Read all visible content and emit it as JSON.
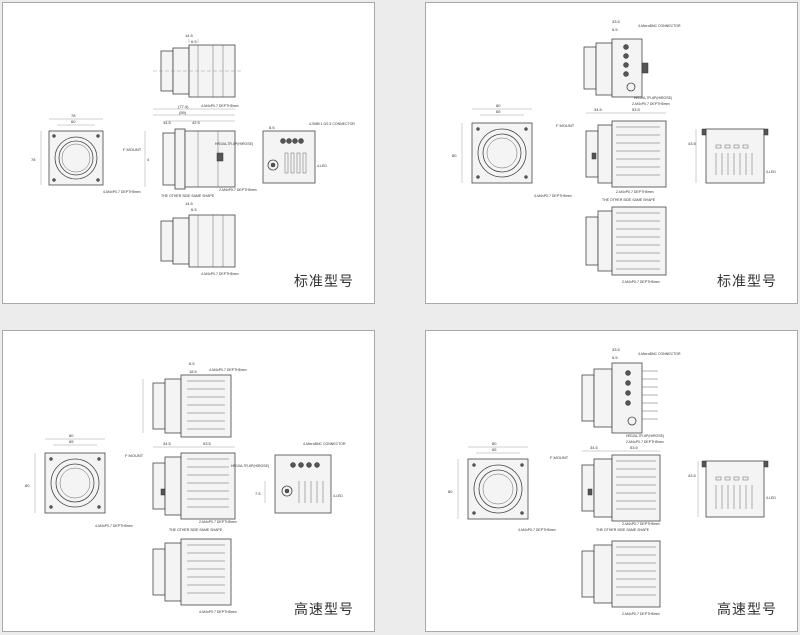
{
  "panels": [
    {
      "title": "标准型号",
      "labels": {
        "front_width": "78",
        "front_inner": "60",
        "front_height": "78",
        "front_screw": "4-M4xP0.7 DEPTH5mm",
        "top_d1": "14.5",
        "top_d2": "6.5",
        "top_screw": "4-M4xP0.7 DEPTH5mm",
        "side_d1": "(77.4)",
        "side_d2": "(59)",
        "side_d3": "34.5",
        "side_d4": "42.5",
        "side_d5": "4",
        "side_mount": "F MOUNT",
        "side_hirose": "HR10A-7R-6P(HIROSE)",
        "side_screw": "2-M4xP0.7 DEPTH5mm",
        "side_note": "THE OTHER SIDE   SAME SHAPE",
        "rear_d1": "8.5",
        "rear_d2": "3.5",
        "rear_conn": "4-SMB 1.0/2.3 CONNECTOR",
        "rear_led": "4-LED",
        "bottom_d1": "14.5",
        "bottom_d2": "6.5",
        "bottom_screw": "4-M4xP0.7 DEPTH5mm"
      }
    },
    {
      "title": "标准型号",
      "labels": {
        "top_d1": "33.5",
        "top_d2": "6.5",
        "top_conn": "4-MicroBNC CONNECTOR",
        "top_hirose": "HR10A-7R-6P(HIROSE)",
        "top_screw": "2-M4xP0.7 DEPTH5mm",
        "front_width": "80",
        "front_inner": "65",
        "front_height": "80",
        "front_screw": "4-M4xP0.7 DEPTH5mm",
        "side_d1": "34.5",
        "side_d2": "53.5",
        "side_mount": "F MOUNT",
        "side_screw": "2-M4xP0.7 DEPTH5mm",
        "side_note": "THE OTHER SIDE   SAME SHAPE",
        "rear_d1": "43.5",
        "rear_led": "4-LED",
        "bottom_screw": "2-M4xP0.7 DEPTH5mm"
      }
    },
    {
      "title": "高速型号",
      "labels": {
        "top_d1": "6.5",
        "top_d2": "18.5",
        "top_screw": "4-M4xP0.7 DEPTH5mm",
        "front_width": "80",
        "front_inner": "65",
        "front_height": "80",
        "front_screw": "4-M4xP0.7 DEPTH5mm",
        "side_d1": "34.5",
        "side_d2": "53.5",
        "side_mount": "F MOUNT",
        "side_hirose": "HR10A-7R-6P(HIROSE)",
        "side_screw": "2-M4xP0.7 DEPTH5mm",
        "side_note": "THE OTHER SIDE   SAME SHAPE",
        "rear_conn": "4-MicroBNC CONNECTOR",
        "rear_led": "4-LED",
        "rear_d1": "7.5",
        "bottom_screw": "4-M4xP0.7 DEPTH5mm"
      }
    },
    {
      "title": "高速型号",
      "labels": {
        "top_d1": "33.5",
        "top_d2": "6.5",
        "top_conn": "4-MicroBNC CONNECTOR",
        "top_hirose": "HR10A-7R-6P(HIROSE)",
        "top_screw": "2-M4xP0.7 DEPTH5mm",
        "front_width": "80",
        "front_inner": "65",
        "front_height": "80",
        "front_screw": "4-M4xP0.7 DEPTH5mm",
        "side_d1": "34.5",
        "side_d2": "53.5",
        "side_mount": "F MOUNT",
        "side_screw": "2-M4xP0.7 DEPTH5mm",
        "side_note": "THE OTHER SIDE   SAME SHAPE",
        "rear_d1": "43.5",
        "rear_led": "4-LED",
        "bottom_screw": "2-M4xP0.7 DEPTH5mm"
      }
    }
  ]
}
